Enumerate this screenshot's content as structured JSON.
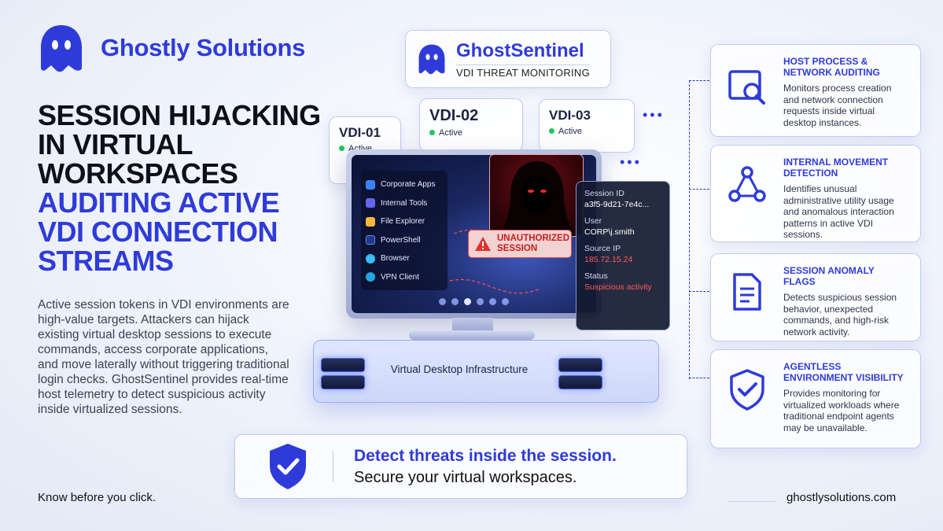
{
  "brand": {
    "name": "Ghostly Solutions",
    "icon": "ghost-icon"
  },
  "headline": {
    "lines_dark": [
      "SESSION HIJACKING",
      "IN VIRTUAL",
      "WORKSPACES"
    ],
    "lines_blue": [
      "AUDITING ACTIVE",
      "VDI CONNECTION",
      "STREAMS"
    ]
  },
  "intro": "Active session tokens in VDI environments are high-value targets. Attackers can hijack existing virtual desktop sessions to execute commands, access corporate applications, and move laterally without triggering traditional login checks. GhostSentinel provides real-time host telemetry to detect suspicious activity inside virtualized sessions.",
  "tagline": "Know before you click.",
  "product": {
    "name": "GhostSentinel",
    "subtitle": "VDI THREAT MONITORING"
  },
  "vdis": [
    {
      "title": "VDI-01",
      "status": "Active"
    },
    {
      "title": "VDI-02",
      "status": "Active"
    },
    {
      "title": "VDI-03",
      "status": "Active"
    }
  ],
  "apps": [
    {
      "label": "Corporate Apps",
      "color": "#3b82f6"
    },
    {
      "label": "Internal Tools",
      "color": "#6366f1"
    },
    {
      "label": "File Explorer",
      "color": "#f5b83d"
    },
    {
      "label": "PowerShell",
      "color": "#1e3a8a"
    },
    {
      "label": "Browser",
      "color": "#38bdf8"
    },
    {
      "label": "VPN Client",
      "color": "#22a6e0"
    }
  ],
  "alert": {
    "line1": "UNAUTHORIZED",
    "line2": "SESSION"
  },
  "session": {
    "id_label": "Session ID",
    "id_value": "a3f5-9d21-7e4c...",
    "user_label": "User",
    "user_value": "CORP\\j.smith",
    "ip_label": "Source IP",
    "ip_value": "185.72.15.24",
    "status_label": "Status",
    "status_value": "Suspicious activity"
  },
  "infrastructure": "Virtual Desktop Infrastructure",
  "features": [
    {
      "title": "HOST PROCESS & NETWORK AUDITING",
      "desc": "Monitors process creation and network connection requests inside virtual desktop instances.",
      "icon": "search-window-icon"
    },
    {
      "title": "INTERNAL MOVEMENT DETECTION",
      "desc": "Identifies unusual administrative utility usage and anomalous interaction patterns in active VDI sessions.",
      "icon": "network-graph-icon"
    },
    {
      "title": "SESSION ANOMALY FLAGS",
      "desc": "Detects suspicious session behavior, unexpected commands, and high-risk network activity.",
      "icon": "document-icon"
    },
    {
      "title": "AGENTLESS ENVIRONMENT VISIBILITY",
      "desc": "Provides monitoring for virtualized workloads where traditional endpoint agents may be unavailable.",
      "icon": "shield-check-icon"
    }
  ],
  "banner": {
    "line1": "Detect threats inside the session.",
    "line2": "Secure your virtual workspaces."
  },
  "site": "ghostlysolutions.com",
  "colors": {
    "accent": "#2f3bd9",
    "danger": "#c81e1e",
    "success": "#22c55e"
  }
}
